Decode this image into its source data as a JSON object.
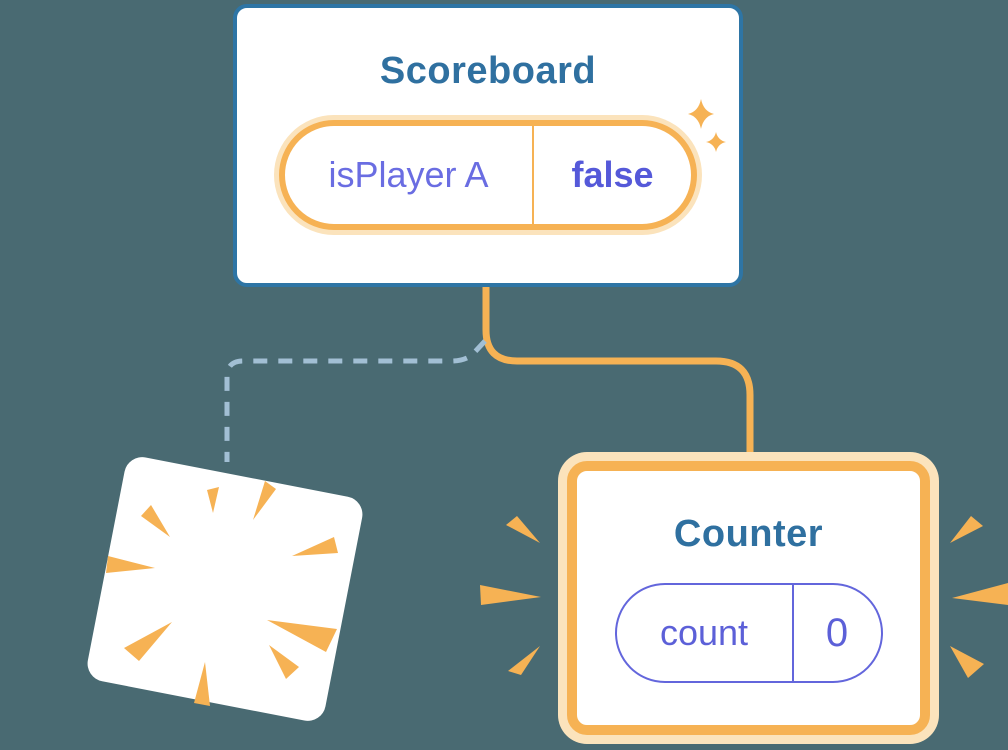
{
  "diagram": {
    "description": "Component state diagram: Scoreboard keeps state while a component is destroyed and a new Counter with fresh state appears"
  },
  "scoreboard": {
    "title": "Scoreboard",
    "state": {
      "name": "isPlayer A",
      "value": "false"
    }
  },
  "counter": {
    "title": "Counter",
    "state": {
      "name": "count",
      "value": "0"
    }
  },
  "icons": {
    "sparkle": "✦",
    "poof": "explosion-burst",
    "burst": "emphasis-wedges"
  },
  "colors": {
    "background": "#496A72",
    "card_bg": "#FFFFFF",
    "blue_border": "#2E75A5",
    "heading": "#2F70A0",
    "orange": "#F6B254",
    "orange_pale": "#FBE3BC",
    "purple_border": "#6366DC",
    "purple_name": "#6A6DE2",
    "purple_value": "#5559D9",
    "dashed_blue": "#A2BFD4"
  }
}
